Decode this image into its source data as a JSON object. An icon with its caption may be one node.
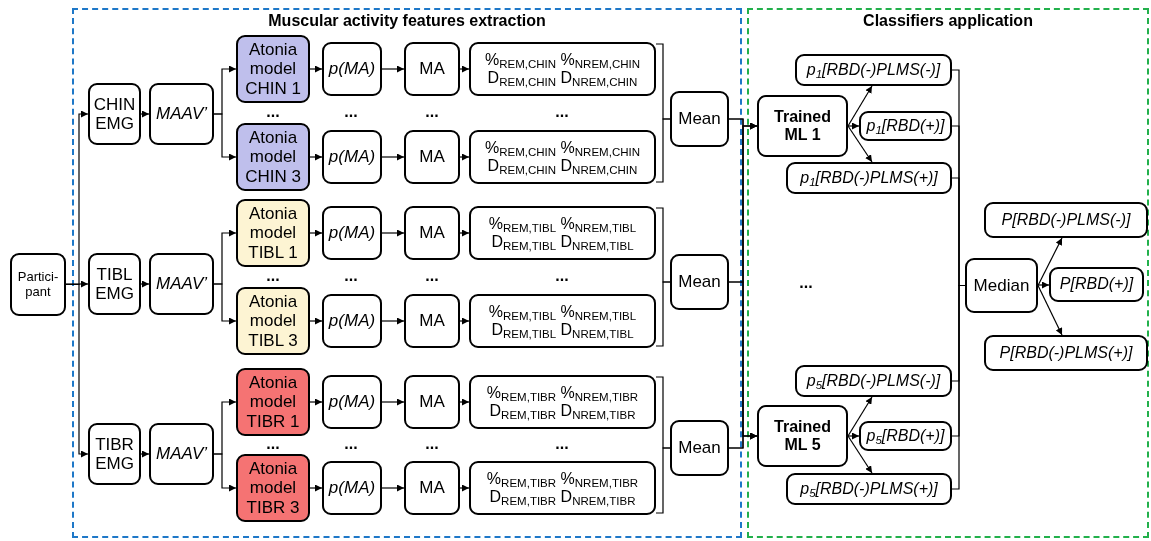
{
  "diagram": {
    "nodes": [
      {
        "text": [
          "Partici- pant"
        ]
      },
      {
        "text": [
          "Muscular activity features extraction"
        ]
      },
      {
        "text": [
          "CHIN EMG"
        ],
        "in": 1
      },
      {
        "text": [
          "MAAV’"
        ],
        "in": 1
      },
      {
        "text": [
          "Atonia model CHIN 1"
        ],
        "in": 1
      },
      {
        "text": [
          "p(MA)"
        ],
        "in": 1
      },
      {
        "text": [
          "MA"
        ],
        "in": 1
      },
      {
        "text": [
          "%$_{REM,CHIN}$ %$_{NREM,CHIN}$ D$_{REM,CHIN}$ D$_{NREM,CHIN}$"
        ],
        "in": 1
      },
      {
        "text": [
          "Atonia model CHIN 3"
        ],
        "in": 1
      },
      {
        "text": [
          "p(MA)"
        ],
        "in": 1
      },
      {
        "text": [
          "MA"
        ],
        "in": 1
      },
      {
        "text": [
          "%$_{REM,CHIN}$ %$_{NREM,CHIN}$ D$_{REM,CHIN}$ D$_{NREM,CHIN}$"
        ],
        "in": 1
      },
      {
        "text": [
          "Mean"
        ],
        "in": 1
      },
      {
        "text": [
          "TIBL EMG"
        ],
        "in": 1
      },
      {
        "text": [
          "MAAV’"
        ],
        "in": 1
      },
      {
        "text": [
          "Atonia model TIBL 1"
        ],
        "in": 1
      },
      {
        "text": [
          "p(MA)"
        ],
        "in": 1
      },
      {
        "text": [
          "MA"
        ],
        "in": 1
      },
      {
        "text": [
          "%$_{REM,TIBL}$ %$_{NREM,TIBL}$ D$_{REM,TIBL}$ D$_{NREM,TIBL}$"
        ],
        "in": 1
      },
      {
        "text": [
          "Atonia model TIBL 3"
        ],
        "in": 1
      },
      {
        "text": [
          "p(MA)"
        ],
        "in": 1
      },
      {
        "text": [
          "MA"
        ],
        "in": 1
      },
      {
        "text": [
          "%$_{REM,TIBL}$ %$_{NREM,TIBL}$ D$_{REM,TIBL}$ D$_{NREM,TIBL}$"
        ],
        "in": 1
      },
      {
        "text": [
          "Mean"
        ],
        "in": 1
      },
      {
        "text": [
          "TIBR EMG"
        ],
        "in": 1
      },
      {
        "text": [
          "MAAV’"
        ],
        "in": 1
      },
      {
        "text": [
          "Atonia model TIBR 1"
        ],
        "in": 1
      },
      {
        "text": [
          "p(MA)"
        ],
        "in": 1
      },
      {
        "text": [
          "MA"
        ],
        "in": 1
      },
      {
        "text": [
          "%$_{REM,TIBR}$ %$_{NREM,TIBR}$ D$_{REM,TIBR}$ D$_{NREM,TIBR}$"
        ],
        "in": 1
      },
      {
        "text": [
          "Atonia model TIBR 3"
        ],
        "in": 1
      },
      {
        "text": [
          "p(MA)"
        ],
        "in": 1
      },
      {
        "text": [
          "MA"
        ],
        "in": 1
      },
      {
        "text": [
          "%$_{REM,TIBR}$ %$_{NREM,TIBR}$ D$_{REM,TIBR}$ D$_{NREM,TIBR}$"
        ],
        "in": 1
      },
      {
        "text": [
          "Mean"
        ],
        "in": 1
      },
      {
        "text": [
          "Classifiers application"
        ]
      },
      {
        "text": [
          "Trained ML 1"
        ],
        "in": 35
      },
      {
        "text": [
          "p$_{1}$[RBD(-)PLMS(-)]"
        ],
        "in": 35
      },
      {
        "text": [
          "p$_{1}$[RBD(+)]"
        ],
        "in": 35
      },
      {
        "text": [
          "p$_{1}$[RBD(-)PLMS(+)]"
        ],
        "in": 35
      },
      {
        "text": [
          "Trained ML 5"
        ],
        "in": 35
      },
      {
        "text": [
          "p$_{5}$[RBD(-)PLMS(-)]"
        ],
        "in": 35
      },
      {
        "text": [
          "p$_{5}$[RBD(+)]"
        ],
        "in": 35
      },
      {
        "text": [
          "p$_{5}$[RBD(-)PLMS(+)]"
        ],
        "in": 35
      },
      {
        "text": [
          "Median"
        ],
        "in": 35
      },
      {
        "text": [
          "P[RBD(-)PLMS(-)]"
        ],
        "in": 35
      },
      {
        "text": [
          "P[RBD(+)]"
        ],
        "in": 35
      },
      {
        "text": [
          "P[RBD(-)PLMS(+)]"
        ],
        "in": 35
      }
    ],
    "edges": [
      {
        "from": 0,
        "to": 2,
        "arrow": "to"
      },
      {
        "from": 2,
        "to": 3,
        "arrow": "to"
      },
      {
        "from": 3,
        "to": 4,
        "arrow": "to"
      },
      {
        "from": 3,
        "to": 8,
        "arrow": "to"
      },
      {
        "from": 4,
        "to": 5,
        "arrow": "to"
      },
      {
        "from": 5,
        "to": 6,
        "arrow": "to"
      },
      {
        "from": 6,
        "to": 7,
        "arrow": "to"
      },
      {
        "from": 8,
        "to": 9,
        "arrow": "to"
      },
      {
        "from": 9,
        "to": 10,
        "arrow": "to"
      },
      {
        "from": 10,
        "to": 11,
        "arrow": "to"
      },
      {
        "from": 7,
        "to": 12,
        "arrow": "none"
      },
      {
        "from": 11,
        "to": 12,
        "arrow": "none"
      },
      {
        "from": 0,
        "to": 13,
        "arrow": "to"
      },
      {
        "from": 13,
        "to": 14,
        "arrow": "to"
      },
      {
        "from": 14,
        "to": 15,
        "arrow": "to"
      },
      {
        "from": 14,
        "to": 19,
        "arrow": "to"
      },
      {
        "from": 15,
        "to": 16,
        "arrow": "to"
      },
      {
        "from": 16,
        "to": 17,
        "arrow": "to"
      },
      {
        "from": 17,
        "to": 18,
        "arrow": "to"
      },
      {
        "from": 19,
        "to": 20,
        "arrow": "to"
      },
      {
        "from": 20,
        "to": 21,
        "arrow": "to"
      },
      {
        "from": 21,
        "to": 22,
        "arrow": "to"
      },
      {
        "from": 18,
        "to": 23,
        "arrow": "none"
      },
      {
        "from": 22,
        "to": 23,
        "arrow": "none"
      },
      {
        "from": 0,
        "to": 24,
        "arrow": "to"
      },
      {
        "from": 24,
        "to": 25,
        "arrow": "to"
      },
      {
        "from": 25,
        "to": 26,
        "arrow": "to"
      },
      {
        "from": 25,
        "to": 30,
        "arrow": "to"
      },
      {
        "from": 26,
        "to": 27,
        "arrow": "to"
      },
      {
        "from": 27,
        "to": 28,
        "arrow": "to"
      },
      {
        "from": 28,
        "to": 29,
        "arrow": "to"
      },
      {
        "from": 30,
        "to": 31,
        "arrow": "to"
      },
      {
        "from": 31,
        "to": 32,
        "arrow": "to"
      },
      {
        "from": 32,
        "to": 33,
        "arrow": "to"
      },
      {
        "from": 29,
        "to": 34,
        "arrow": "none"
      },
      {
        "from": 33,
        "to": 34,
        "arrow": "none"
      },
      {
        "from": 12,
        "to": 36,
        "arrow": "to"
      },
      {
        "from": 12,
        "to": 40,
        "arrow": "to"
      },
      {
        "from": 23,
        "to": 36,
        "arrow": "to"
      },
      {
        "from": 23,
        "to": 40,
        "arrow": "to"
      },
      {
        "from": 34,
        "to": 36,
        "arrow": "to"
      },
      {
        "from": 34,
        "to": 40,
        "arrow": "to"
      },
      {
        "from": 36,
        "to": 37,
        "arrow": "to"
      },
      {
        "from": 36,
        "to": 38,
        "arrow": "to"
      },
      {
        "from": 36,
        "to": 39,
        "arrow": "to"
      },
      {
        "from": 40,
        "to": 41,
        "arrow": "to"
      },
      {
        "from": 40,
        "to": 42,
        "arrow": "to"
      },
      {
        "from": 40,
        "to": 43,
        "arrow": "to"
      },
      {
        "from": 37,
        "to": 44,
        "arrow": "none"
      },
      {
        "from": 38,
        "to": 44,
        "arrow": "none"
      },
      {
        "from": 39,
        "to": 44,
        "arrow": "none"
      },
      {
        "from": 41,
        "to": 44,
        "arrow": "none"
      },
      {
        "from": 42,
        "to": 44,
        "arrow": "none"
      },
      {
        "from": 43,
        "to": 44,
        "arrow": "none"
      },
      {
        "from": 44,
        "to": 45,
        "arrow": "to"
      },
      {
        "from": 44,
        "to": 46,
        "arrow": "to"
      },
      {
        "from": 44,
        "to": 47,
        "arrow": "to"
      }
    ],
    "labels": [
      "...",
      "...",
      "...",
      "...",
      "...",
      "...",
      "...",
      "...",
      "...",
      "...",
      "...",
      "...",
      "..."
    ]
  }
}
